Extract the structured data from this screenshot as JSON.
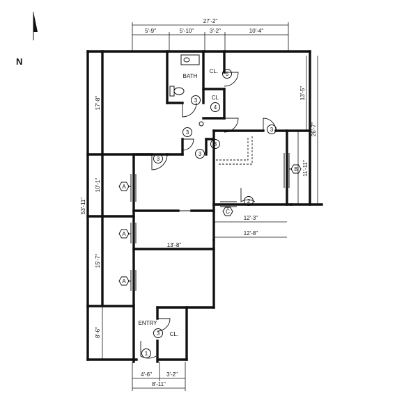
{
  "north": {
    "label": "N",
    "icon": "north-arrow-icon"
  },
  "rooms": {
    "bath": "BATH",
    "closet_upper": "CL.",
    "closet_small": "CL",
    "entry": "ENTRY",
    "closet_entry": "CL."
  },
  "dimensions": {
    "top_overall": "27'-2\"",
    "top_seg1": "5'-9\"",
    "top_seg2": "5'-10\"",
    "top_seg3": "3'-2\"",
    "top_seg4": "10'-4\"",
    "left_overall": "53'-11\"",
    "left_seg1": "17'-8\"",
    "left_seg2": "10'-1\"",
    "left_seg3": "15'-7\"",
    "left_seg4": "8'-6\"",
    "right_overall": "26'-7\"",
    "right_seg1": "13'-5\"",
    "right_seg2": "11'-11\"",
    "mid_right_inner": "12'-3\"",
    "mid_right_outer": "12'-8\"",
    "mid_width": "13'-8\"",
    "bottom_seg1": "4'-6\"",
    "bottom_seg2": "3'-2\"",
    "bottom_overall": "8'-11\""
  },
  "door_tags": [
    {
      "id": "tag-5",
      "label": "5"
    },
    {
      "id": "tag-3-bath",
      "label": "3"
    },
    {
      "id": "tag-4",
      "label": "4"
    },
    {
      "id": "tag-3-hall",
      "label": "3"
    },
    {
      "id": "tag-3-east",
      "label": "3"
    },
    {
      "id": "tag-3-center",
      "label": "3"
    },
    {
      "id": "tag-3-west",
      "label": "3"
    },
    {
      "id": "tag-3-lower",
      "label": "3"
    },
    {
      "id": "tag-2",
      "label": "2"
    },
    {
      "id": "tag-3-entry",
      "label": "3"
    },
    {
      "id": "tag-1",
      "label": "1"
    }
  ],
  "window_tags": [
    {
      "id": "window-a1",
      "label": "A"
    },
    {
      "id": "window-a2",
      "label": "A"
    },
    {
      "id": "window-a3",
      "label": "A"
    },
    {
      "id": "window-b",
      "label": "B"
    },
    {
      "id": "window-c",
      "label": "C"
    }
  ]
}
